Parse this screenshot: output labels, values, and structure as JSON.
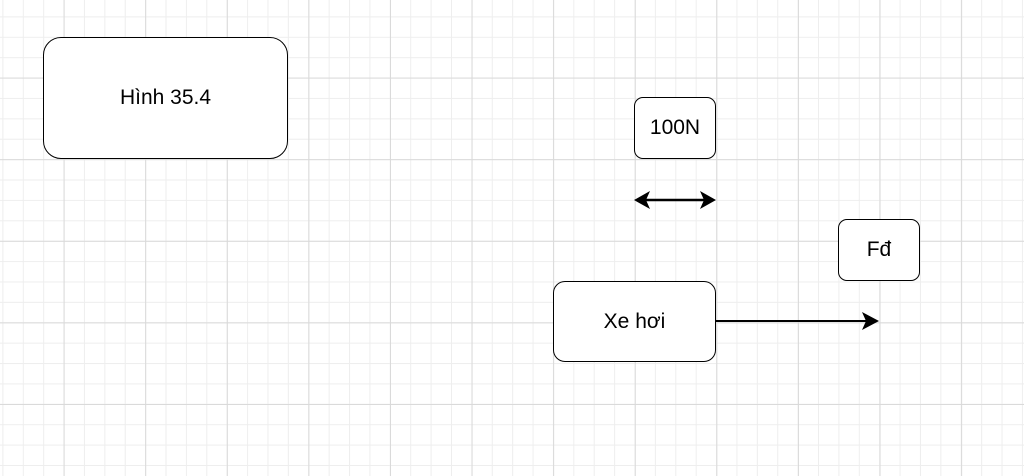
{
  "figure_caption": "Hình 35.4",
  "scale_label": "100N",
  "force_label": "Fđ",
  "object_label": "Xe hơi",
  "colors": {
    "stroke": "#000000",
    "grid_major": "#d9d9d9",
    "grid_minor": "#eeeeee",
    "background": "#ffffff"
  }
}
